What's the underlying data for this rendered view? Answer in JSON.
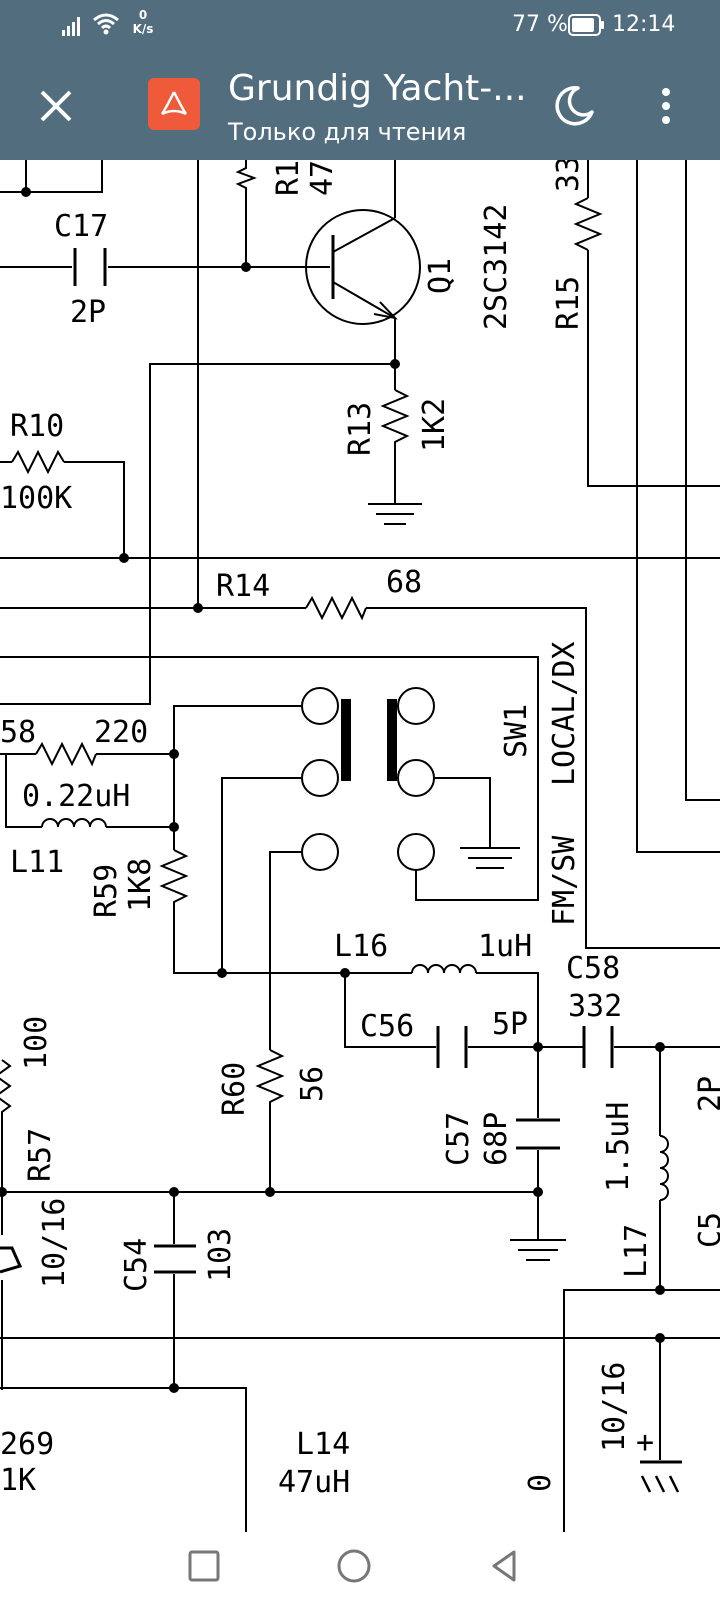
{
  "status_bar": {
    "network_speed_value": "0",
    "network_speed_unit": "K/s",
    "battery_percent": "77 %",
    "time": "12:14",
    "icons": [
      "signal-icon",
      "wifi-icon",
      "battery-icon"
    ]
  },
  "app_bar": {
    "title": "Grundig Yacht-...",
    "subtitle": "Только для чтения",
    "icons": [
      "close-icon",
      "pdf-file-icon",
      "night-mode-icon",
      "more-vert-icon"
    ],
    "colors": {
      "bar_background": "#526d7d",
      "pdf_icon": "#ef5b3a",
      "text": "#ffffff"
    }
  },
  "schematic": {
    "labels": [
      {
        "id": "c17",
        "text": "C17"
      },
      {
        "id": "c17v",
        "text": "2P"
      },
      {
        "id": "r1x",
        "text": "R1"
      },
      {
        "id": "r1xv",
        "text": "47"
      },
      {
        "id": "q1",
        "text": "Q1"
      },
      {
        "id": "q1v",
        "text": "2SC3142"
      },
      {
        "id": "r15",
        "text": "R15"
      },
      {
        "id": "r15v",
        "text": "33"
      },
      {
        "id": "r10",
        "text": "R10"
      },
      {
        "id": "r10v",
        "text": "100K"
      },
      {
        "id": "r13",
        "text": "R13"
      },
      {
        "id": "r13v",
        "text": "1K2"
      },
      {
        "id": "r14",
        "text": "R14"
      },
      {
        "id": "r14v",
        "text": "68"
      },
      {
        "id": "r58",
        "text": "58"
      },
      {
        "id": "r58v",
        "text": "220"
      },
      {
        "id": "l11v",
        "text": "0.22uH"
      },
      {
        "id": "l11",
        "text": "L11"
      },
      {
        "id": "sw1",
        "text": "SW1"
      },
      {
        "id": "localdx",
        "text": "LOCAL/DX"
      },
      {
        "id": "fmsw",
        "text": "FM/SW"
      },
      {
        "id": "r59",
        "text": "R59"
      },
      {
        "id": "r59v",
        "text": "1K8"
      },
      {
        "id": "l16",
        "text": "L16"
      },
      {
        "id": "l16v",
        "text": "1uH"
      },
      {
        "id": "c58",
        "text": "C58"
      },
      {
        "id": "c58v",
        "text": "332"
      },
      {
        "id": "c56",
        "text": "C56"
      },
      {
        "id": "c56v",
        "text": "5P"
      },
      {
        "id": "r57v",
        "text": "100"
      },
      {
        "id": "r57",
        "text": "R57"
      },
      {
        "id": "r60",
        "text": "R60"
      },
      {
        "id": "r60v",
        "text": "56"
      },
      {
        "id": "c57",
        "text": "C57"
      },
      {
        "id": "c57v",
        "text": "68P"
      },
      {
        "id": "l17v",
        "text": "1.5uH"
      },
      {
        "id": "l17",
        "text": "L17"
      },
      {
        "id": "c5x",
        "text": "C5"
      },
      {
        "id": "twop",
        "text": "2P"
      },
      {
        "id": "el1",
        "text": "10/16"
      },
      {
        "id": "c54",
        "text": "C54"
      },
      {
        "id": "c54v",
        "text": "103"
      },
      {
        "id": "el2",
        "text": "10/16"
      },
      {
        "id": "r69",
        "text": "269"
      },
      {
        "id": "r69v",
        "text": "1K"
      },
      {
        "id": "l14",
        "text": "L14"
      },
      {
        "id": "l14v",
        "text": "47uH"
      },
      {
        "id": "zero",
        "text": "0"
      },
      {
        "id": "plus",
        "text": "+"
      }
    ]
  },
  "nav_bar": {
    "icons": [
      "recents-square-icon",
      "home-circle-icon",
      "back-triangle-icon"
    ]
  }
}
